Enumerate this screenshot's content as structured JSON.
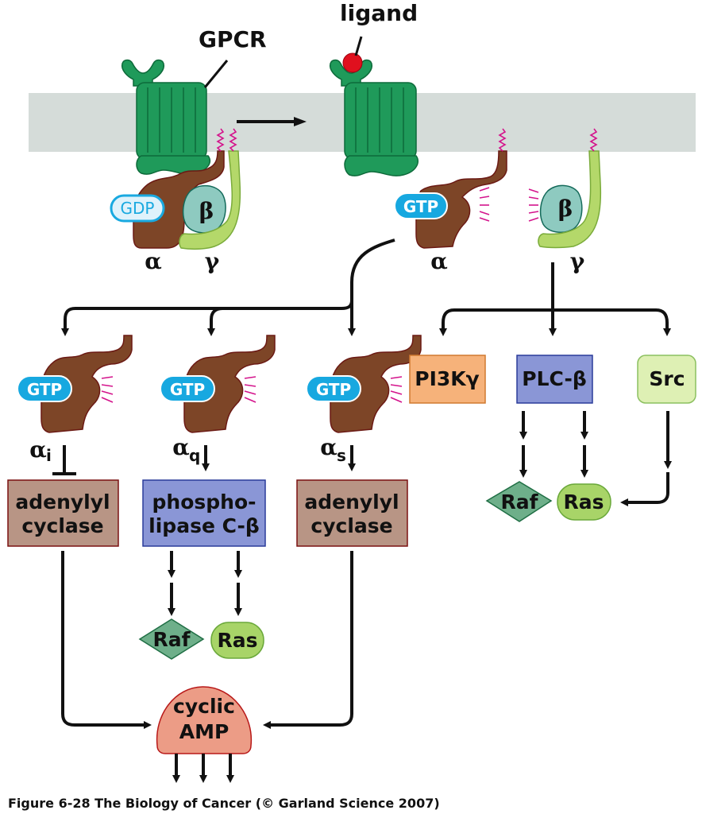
{
  "labels": {
    "gpcr": "GPCR",
    "ligand": "ligand",
    "gdp": "GDP",
    "gtp": "GTP",
    "alpha": "α",
    "beta": "β",
    "gamma": "γ"
  },
  "alpha_subtypes": [
    {
      "symbol": "α",
      "subscript": "i",
      "effect": "inhibits",
      "target_lines": [
        "adenylyl",
        "cyclase"
      ]
    },
    {
      "symbol": "α",
      "subscript": "q",
      "effect": "activates",
      "target_lines": [
        "phospho-",
        "lipase C-β"
      ]
    },
    {
      "symbol": "α",
      "subscript": "s",
      "effect": "activates",
      "target_lines": [
        "adenylyl",
        "cyclase"
      ]
    }
  ],
  "beta_gamma_targets": [
    {
      "label": "PI3Kγ"
    },
    {
      "label": "PLC-β"
    },
    {
      "label": "Src"
    }
  ],
  "downstream": {
    "raf": "Raf",
    "ras": "Ras",
    "camp_lines": [
      "cyclic",
      "AMP"
    ]
  },
  "caption": "Figure 6-28  The Biology of Cancer (© Garland Science 2007)",
  "colors": {
    "membrane": "#d5dcd9",
    "receptor": "#1f9a5a",
    "receptor_outline": "#0d6a3a",
    "g_alpha": "#7d4527",
    "g_alpha_outline": "#6b1a14",
    "g_beta": "#8ecac0",
    "g_beta_outline": "#146a5a",
    "g_gamma": "#b4d86a",
    "g_gamma_outline": "#7aab3a",
    "gtp": "#17a8e0",
    "gdp_fill": "#dff2fb",
    "ligand": "#e0101e",
    "lipid_anchor": "#d4148c",
    "adenylyl_cyclase": "#b89585",
    "adenylyl_cyclase_outline": "#7a1010",
    "plc": "#8a96d6",
    "plc_outline": "#2a3b9a",
    "pi3k": "#f6b27a",
    "pi3k_outline": "#d07a30",
    "src": "#def0b4",
    "src_outline": "#8cc060",
    "raf": "#6eaf8a",
    "raf_outline": "#1f6e44",
    "ras": "#a8d468",
    "ras_outline": "#6aa83a",
    "camp": "#ec9c86",
    "camp_outline": "#b81818"
  }
}
